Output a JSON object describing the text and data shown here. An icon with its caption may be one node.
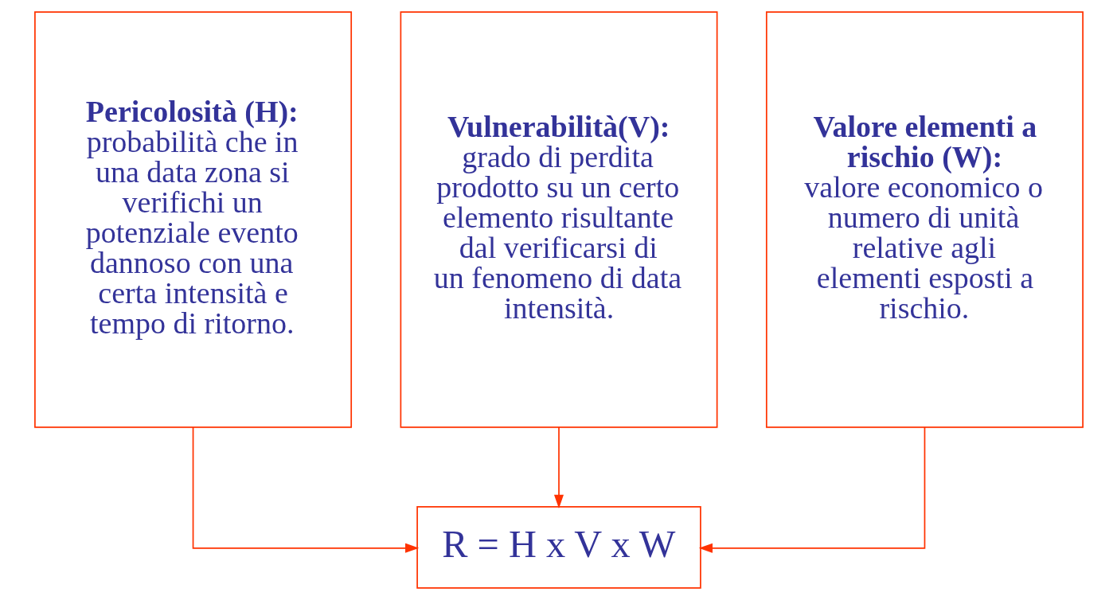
{
  "diagram": {
    "nodes": [
      {
        "text": [
          "Pericolosità (H):",
          "probabilità che in una data zona si verifichi un potenziale evento dannoso con una certa intensità e tempo di ritorno."
        ]
      },
      {
        "text": [
          "Vulnerabilità(V):",
          "grado di perdita prodotto su un certo elemento risultante dal verificarsi di un fenomeno di data intensità."
        ]
      },
      {
        "text": [
          "Valore elementi a rischio (W):",
          "valore economico o numero di unità relative agli elementi esposti a rischio."
        ]
      },
      {
        "text": [
          "R = H x V x W"
        ]
      }
    ],
    "edges": [
      {
        "from": 0,
        "to": 3,
        "arrow": "to"
      },
      {
        "from": 1,
        "to": 3,
        "arrow": "to"
      },
      {
        "from": 2,
        "to": 3,
        "arrow": "to"
      }
    ]
  }
}
